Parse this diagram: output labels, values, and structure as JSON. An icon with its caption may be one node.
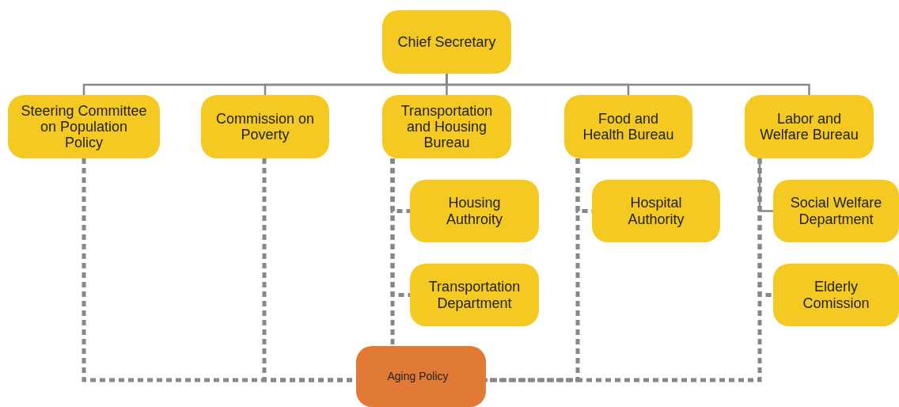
{
  "diagram": {
    "nodes": [
      {
        "text": [
          "Chief Secretary"
        ]
      },
      {
        "text": [
          "Steering Committee on Population Policy"
        ]
      },
      {
        "text": [
          "Commission on Poverty"
        ]
      },
      {
        "text": [
          "Transportation and Housing Bureau"
        ]
      },
      {
        "text": [
          "Food and Health Bureau"
        ]
      },
      {
        "text": [
          "Labor and Welfare Bureau"
        ]
      },
      {
        "text": [
          "Housing Authroity"
        ]
      },
      {
        "text": [
          "Transportation Department"
        ]
      },
      {
        "text": [
          "Hospital Authority"
        ]
      },
      {
        "text": [
          "Social Welfare Department"
        ]
      },
      {
        "text": [
          "Elderly Comission"
        ]
      },
      {
        "text": [
          "Aging Policy"
        ]
      }
    ],
    "edges": [
      {
        "from": 0,
        "to": 1,
        "arrow": "none"
      },
      {
        "from": 0,
        "to": 2,
        "arrow": "none"
      },
      {
        "from": 0,
        "to": 3,
        "arrow": "none"
      },
      {
        "from": 0,
        "to": 4,
        "arrow": "none"
      },
      {
        "from": 0,
        "to": 5,
        "arrow": "none"
      },
      {
        "from": 1,
        "to": 11,
        "arrow": "none",
        "style": "dashed"
      },
      {
        "from": 2,
        "to": 11,
        "arrow": "none",
        "style": "dashed"
      },
      {
        "from": 3,
        "to": 6,
        "arrow": "none",
        "style": "dashed"
      },
      {
        "from": 3,
        "to": 7,
        "arrow": "none",
        "style": "dashed"
      },
      {
        "from": 3,
        "to": 11,
        "arrow": "none",
        "style": "dashed"
      },
      {
        "from": 4,
        "to": 8,
        "arrow": "none",
        "style": "dashed"
      },
      {
        "from": 4,
        "to": 11,
        "arrow": "none",
        "style": "dashed"
      },
      {
        "from": 5,
        "to": 9,
        "arrow": "none"
      },
      {
        "from": 5,
        "to": 10,
        "arrow": "none",
        "style": "dashed"
      },
      {
        "from": 5,
        "to": 11,
        "arrow": "none",
        "style": "dashed"
      }
    ]
  }
}
